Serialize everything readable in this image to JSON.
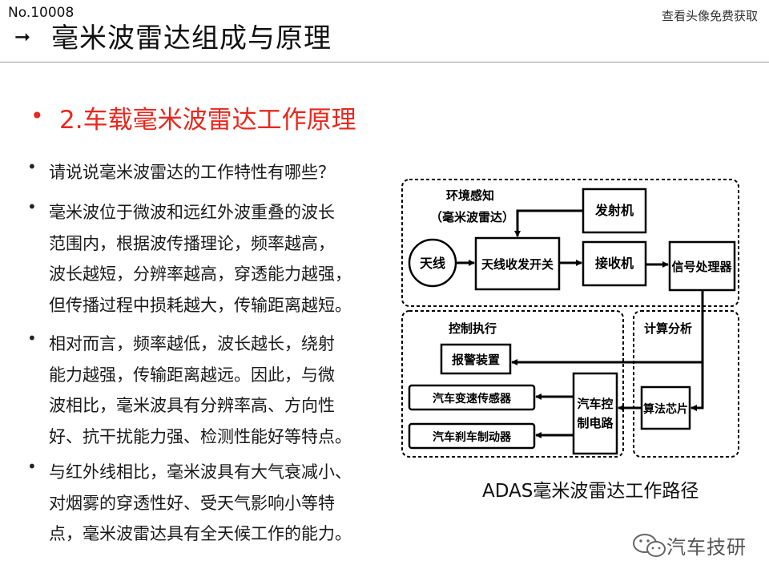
{
  "header": {
    "doc_no": "No.10008",
    "top_right": "查看头像免费获取",
    "title": "毫米波雷达组成与原理"
  },
  "subtitle": "2.车载毫米波雷达工作原理",
  "bullets": [
    {
      "lines": [
        "请说说毫米波雷达的工作特性有哪些？"
      ]
    },
    {
      "lines": [
        "毫米波位于微波和远红外波重叠的波长",
        "范围内，根据波传播理论，频率越高，",
        "波长越短，分辨率越高，穿透能力越强，",
        "但传播过程中损耗越大，传输距离越短。"
      ]
    },
    {
      "lines": [
        "相对而言，频率越低，波长越长，绕射",
        "能力越强，传输距离越远。因此，与微",
        "波相比，毫米波具有分辨率高、方向性",
        "好、抗干扰能力强、检测性能好等特点。"
      ]
    },
    {
      "lines": [
        "与红外线相比，毫米波具有大气衰减小、",
        "对烟雾的穿透性好、受天气影响小等特",
        "点，毫米波雷达具有全天候工作的能力。"
      ]
    }
  ],
  "diagram": {
    "section_env": "环境感知",
    "section_env_sub": "（毫米波雷达）",
    "section_control": "控制执行",
    "section_compute": "计算分析",
    "antenna": "天线",
    "switch": "天线收发开关",
    "transmitter": "发射机",
    "receiver": "接收机",
    "signal_processor": "信号处理器",
    "alarm": "报警装置",
    "speed_sensor": "汽车变速传感器",
    "brake_actuator": "汽车刹车制动器",
    "vehicle_control_1": "汽车控",
    "vehicle_control_2": "制电路",
    "algorithm_chip": "算法芯片"
  },
  "caption": "ADAS毫米波雷达工作路径",
  "watermark": "汽车技研"
}
